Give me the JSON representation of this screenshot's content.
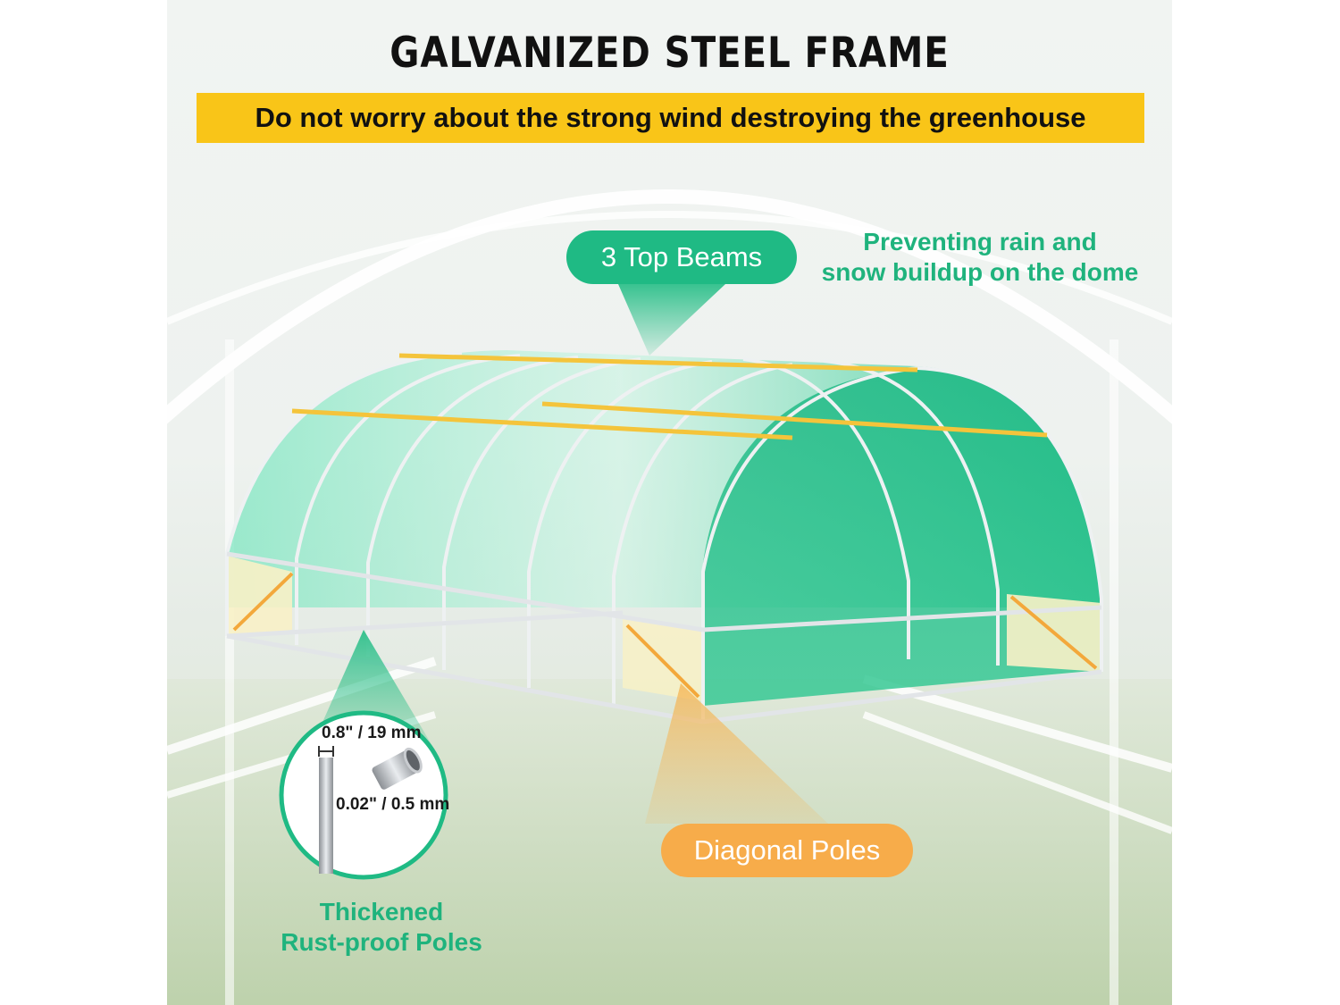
{
  "heading": {
    "title": "GALVANIZED STEEL FRAME",
    "banner": "Do not worry about the strong wind destroying the greenhouse"
  },
  "callouts": {
    "top_beams": "3 Top Beams",
    "rain_line1": "Preventing rain and",
    "rain_line2": "snow buildup on the dome",
    "diagonal_poles": "Diagonal Poles",
    "poles_line1": "Thickened",
    "poles_line2": "Rust-proof Poles"
  },
  "pole_specs": {
    "outer_diameter": "0.8\" / 19 mm",
    "wall_thickness": "0.02\" / 0.5 mm"
  },
  "colors": {
    "banner": "#f9c518",
    "green_accent": "#1fba84",
    "orange_accent": "#f7ac4a"
  }
}
